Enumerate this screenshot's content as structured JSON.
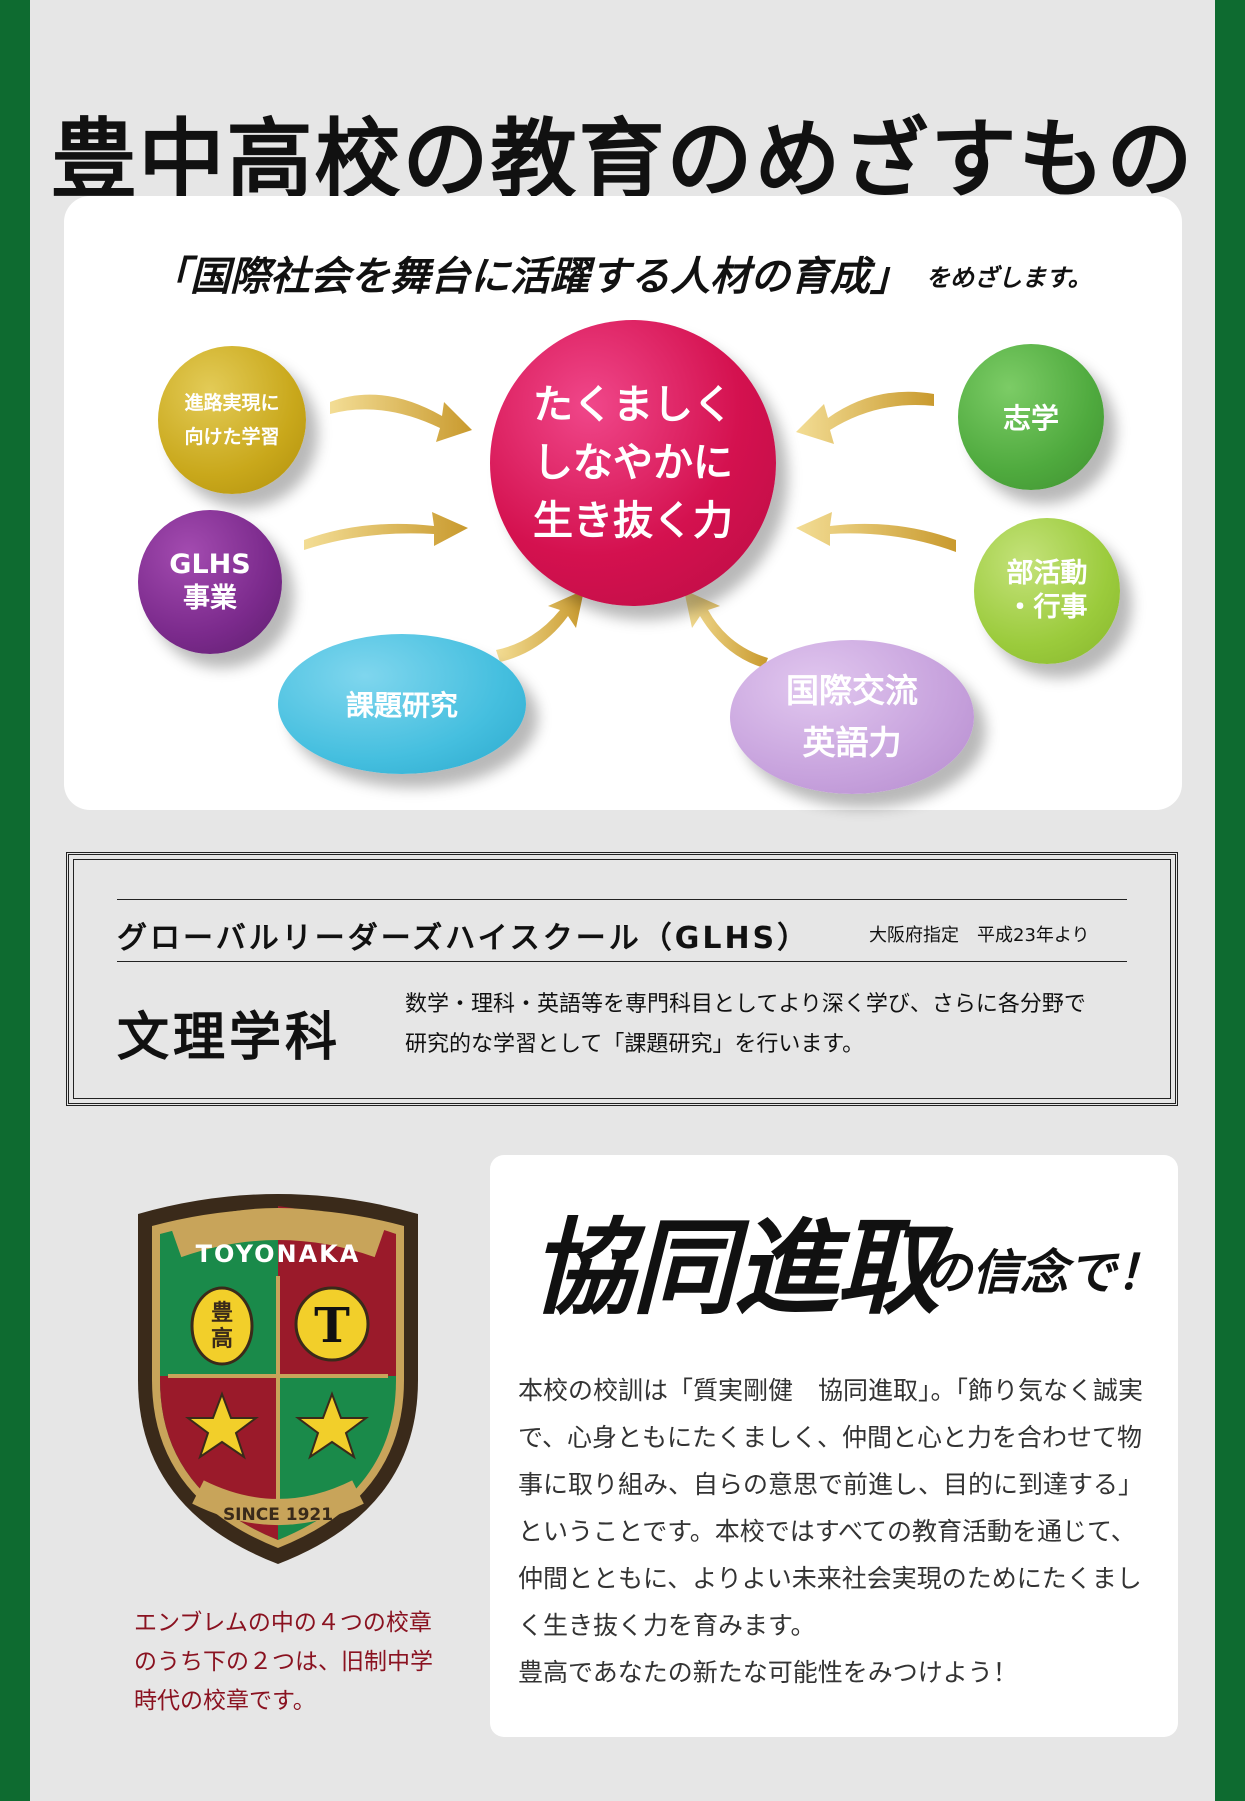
{
  "title": "豊中高校の教育のめざすもの",
  "mission": {
    "main": "「国際社会を舞台に活躍する人材の育成」",
    "tail": "をめざします。"
  },
  "diagram": {
    "center": [
      "たくましく",
      "しなやかに",
      "生き抜く力"
    ],
    "shinro": [
      "進路実現に",
      "向けた学習"
    ],
    "glhs": [
      "GLHS",
      "事業"
    ],
    "kadai": "課題研究",
    "shigaku": "志学",
    "bukatsu": [
      "部活動",
      "・行事"
    ],
    "kokusai": [
      "国際交流",
      "英語力"
    ]
  },
  "glhs_section": {
    "name": "グローバルリーダーズハイスクール（GLHS）",
    "note": "大阪府指定　平成23年より",
    "dept_name": "文理学科",
    "dept_desc_1": "数学・理科・英語等を専門科目としてより深く学び、さらに各分野で",
    "dept_desc_2": "研究的な学習として「課題研究」を行います。"
  },
  "emblem": {
    "name": "TOYONAKA",
    "since": "SINCE 1921",
    "caption": "エンブレムの中の４つの校章のうち下の２つは、旧制中学時代の校章です。"
  },
  "motto": {
    "big": "協同進取",
    "small": "の信念で！",
    "body_1": "本校の校訓は「質実剛健　協同進取」。「飾り気なく誠実で、心身ともにたくましく、仲間と心と力を合わせて物事に取り組み、自らの意思で前進し、目的に到達する」ということです。本校ではすべての教育活動を通じて、仲間とともに、よりよい未来社会実現のためにたくましく生き抜く力を育みます。",
    "body_2": "豊高であなたの新たな可能性をみつけよう！"
  },
  "colors": {
    "border_green": "#0e6b30",
    "center_pink": "#d4114f",
    "caption_red": "#8a1220"
  }
}
